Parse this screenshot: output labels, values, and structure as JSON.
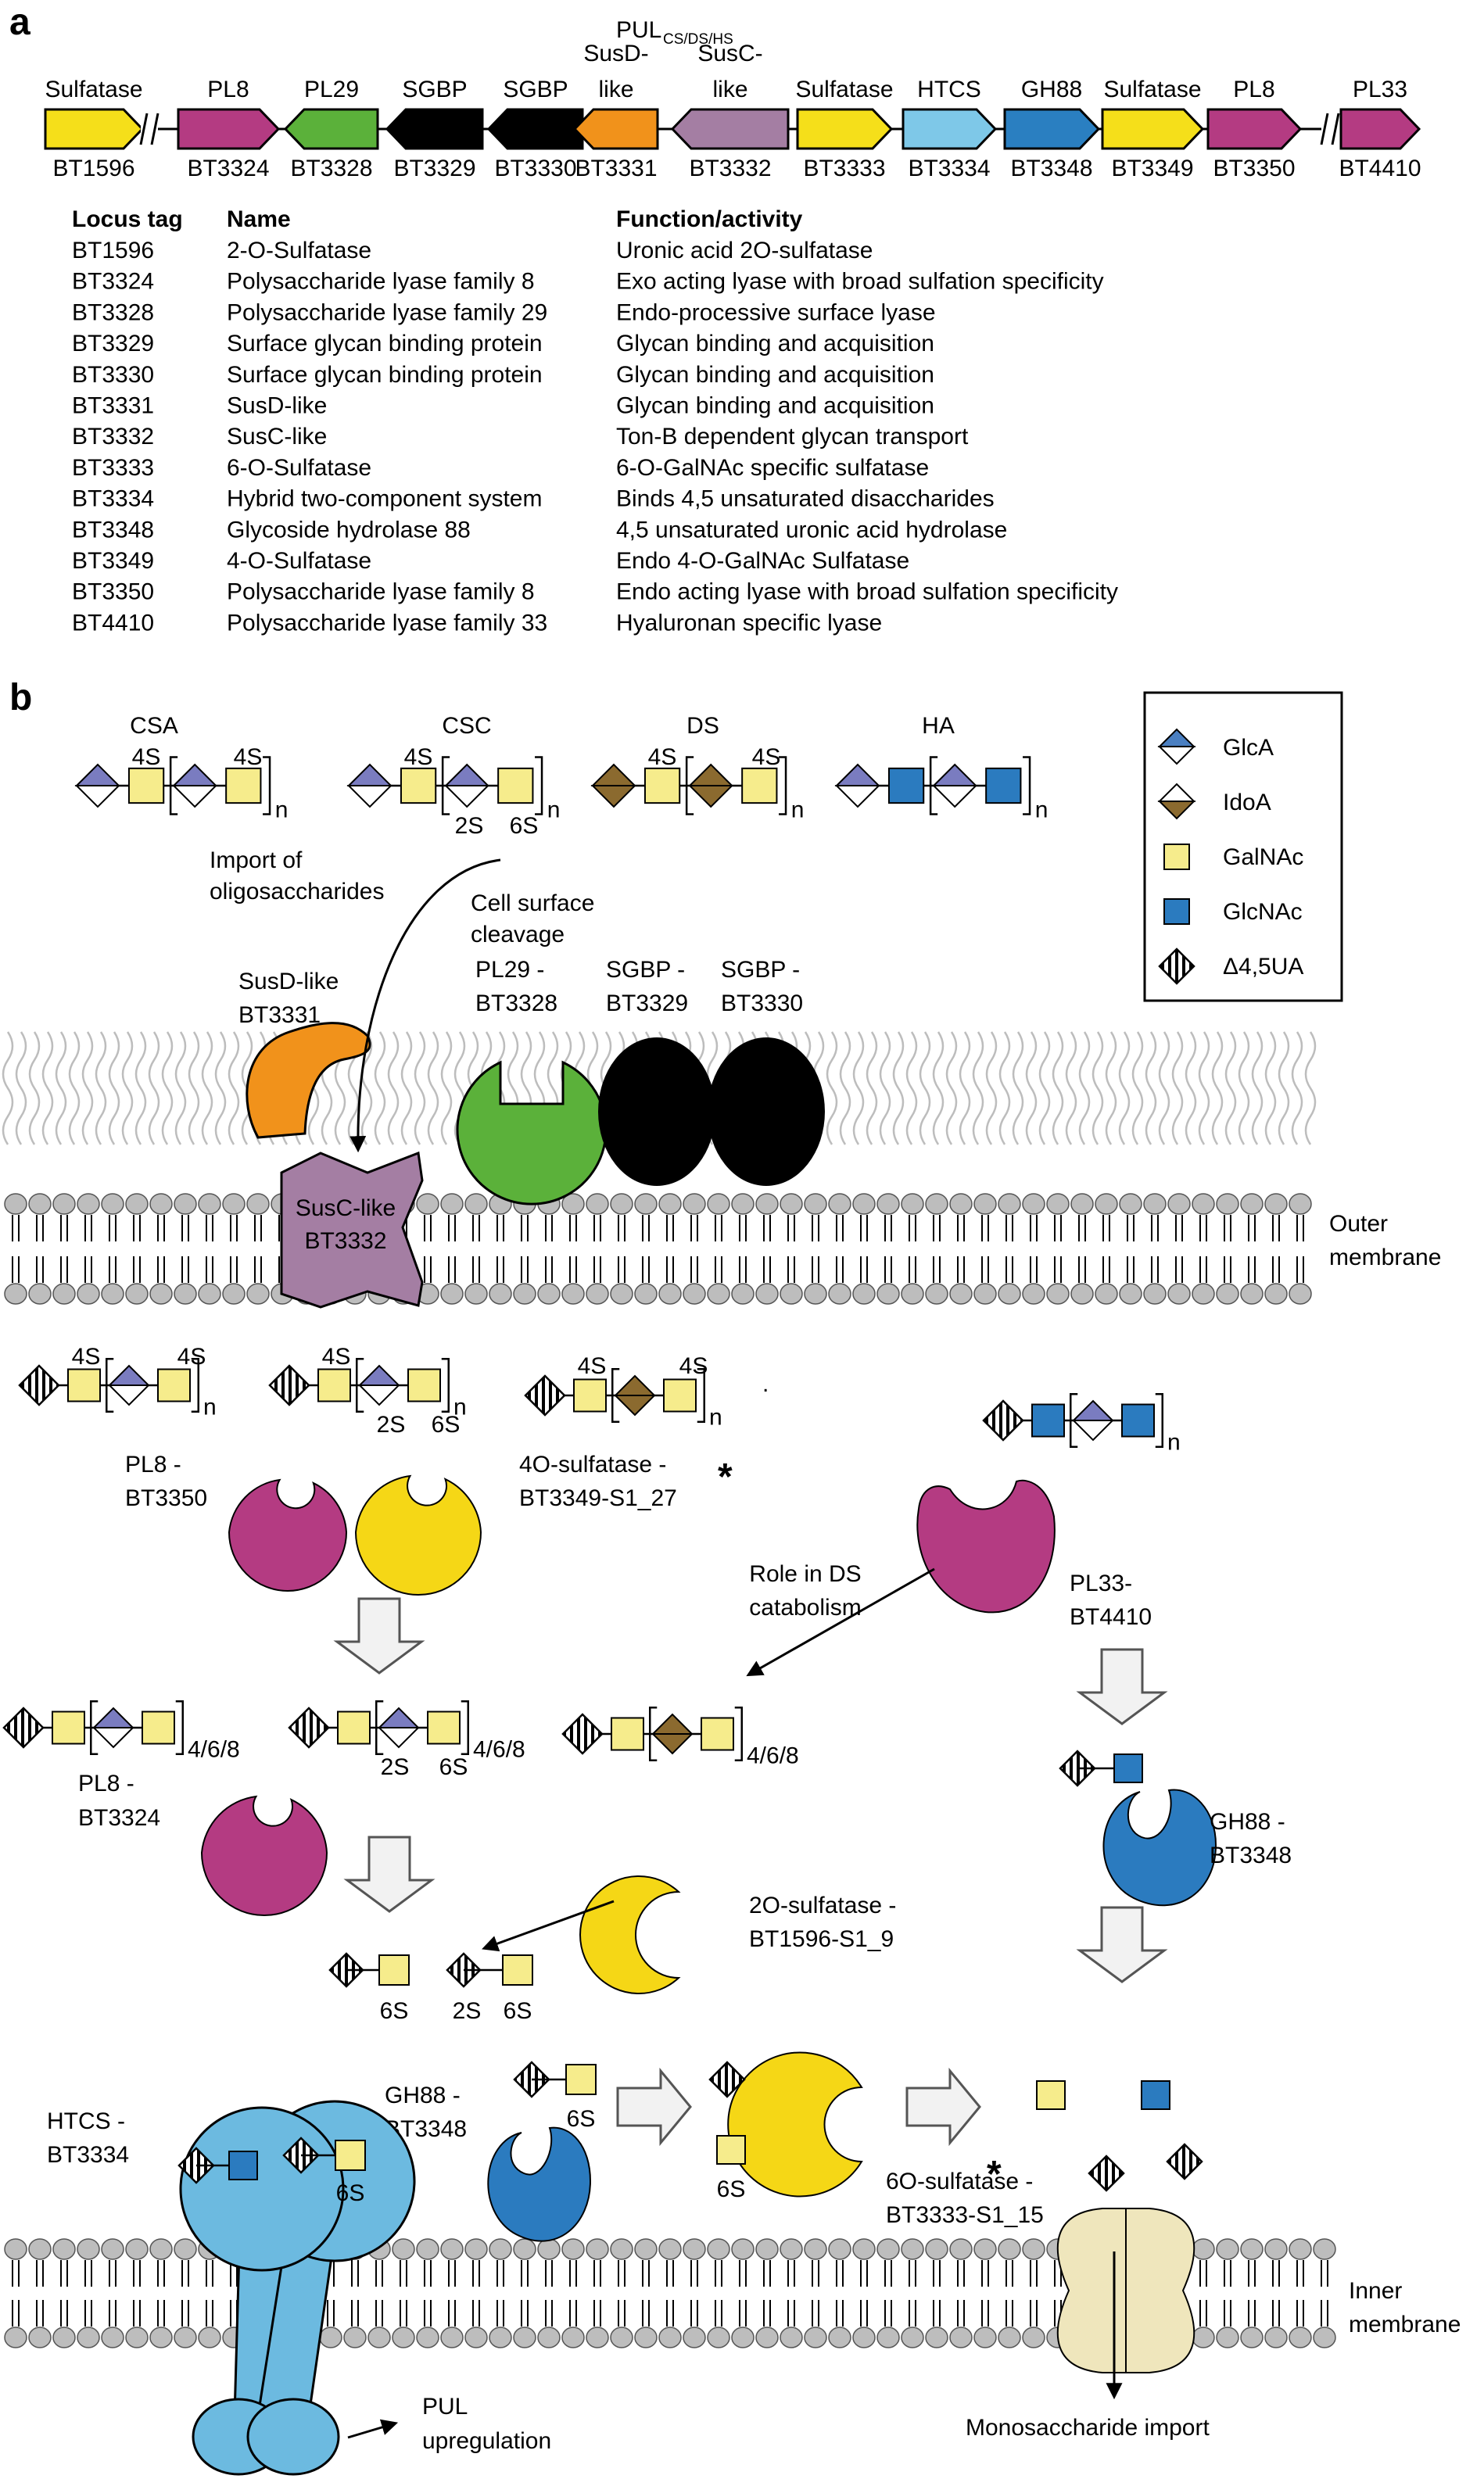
{
  "panel_a": {
    "label": "a",
    "pul_title": "PUL",
    "pul_subscript": "CS/DS/HS",
    "genes": [
      {
        "name": "Sulfatase",
        "locus": "BT1596",
        "color": "#f5df1a"
      },
      {
        "name": "PL8",
        "locus": "BT3324",
        "color": "#b43b82"
      },
      {
        "name": "PL29",
        "locus": "BT3328",
        "color": "#5bb13a"
      },
      {
        "name": "SGBP",
        "locus": "BT3329",
        "color": "#000000"
      },
      {
        "name": "SGBP",
        "locus": "BT3330",
        "color": "#000000"
      },
      {
        "name": "SusD-",
        "name2": "like",
        "locus": "BT3331",
        "color": "#f1921b"
      },
      {
        "name": "SusC-",
        "name2": "like",
        "locus": "BT3332",
        "color": "#a47ea3"
      },
      {
        "name": "Sulfatase",
        "locus": "BT3333",
        "color": "#f5df1a"
      },
      {
        "name": "HTCS",
        "locus": "BT3334",
        "color": "#7ec8e8"
      },
      {
        "name": "GH88",
        "locus": "BT3348",
        "color": "#2a7fc1"
      },
      {
        "name": "Sulfatase",
        "locus": "BT3349",
        "color": "#f5df1a"
      },
      {
        "name": "PL8",
        "locus": "BT3350",
        "color": "#b43b82"
      },
      {
        "name": "PL33",
        "locus": "BT4410",
        "color": "#b43b82"
      }
    ],
    "table": {
      "headers": [
        "Locus tag",
        "Name",
        "Function/activity"
      ],
      "rows": [
        [
          "BT1596",
          "2-O-Sulfatase",
          "Uronic acid 2O-sulfatase"
        ],
        [
          "BT3324",
          "Polysaccharide lyase family 8",
          "Exo acting lyase with broad sulfation specificity"
        ],
        [
          "BT3328",
          "Polysaccharide lyase family 29",
          "Endo-processive surface lyase"
        ],
        [
          "BT3329",
          "Surface glycan binding protein",
          "Glycan binding and acquisition"
        ],
        [
          "BT3330",
          "Surface glycan binding protein",
          "Glycan binding and acquisition"
        ],
        [
          "BT3331",
          "SusD-like",
          "Glycan binding and acquisition"
        ],
        [
          "BT3332",
          "SusC-like",
          "Ton-B dependent glycan transport"
        ],
        [
          "BT3333",
          "6-O-Sulfatase",
          "6-O-GalNAc specific sulfatase"
        ],
        [
          "BT3334",
          "Hybrid two-component system",
          "Binds 4,5 unsaturated disaccharides"
        ],
        [
          "BT3348",
          "Glycoside hydrolase 88",
          "4,5 unsaturated uronic acid hydrolase"
        ],
        [
          "BT3349",
          "4-O-Sulfatase",
          "Endo 4-O-GalNAc Sulfatase"
        ],
        [
          "BT3350",
          "Polysaccharide lyase family 8",
          "Endo acting lyase with broad sulfation specificity"
        ],
        [
          "BT4410",
          "Polysaccharide lyase family 33",
          "Hyaluronan specific lyase"
        ]
      ]
    }
  },
  "panel_b": {
    "label": "b",
    "polysaccharides": [
      "CSA",
      "CSC",
      "DS",
      "HA"
    ],
    "legend": [
      "GlcA",
      "IdoA",
      "GalNAc",
      "GlcNAc",
      "Δ4,5UA"
    ],
    "colors": {
      "glca": "#4a7fc1",
      "glca_top": "#7a7cc0",
      "idoa": "#8b6a2f",
      "galnac": "#f6ec8c",
      "glcnac": "#2b7bbf",
      "purple": "#b43b82",
      "yellow": "#f5d716",
      "green": "#5bb13a",
      "orange": "#f1921b",
      "susc": "#a47ea3",
      "htcs": "#6cbae0",
      "porter": "#efe6bc",
      "lipid": "#bdbdbd"
    },
    "labels": {
      "s4": "4S",
      "s6": "6S",
      "s2": "2S",
      "n": "n",
      "dp": "4/6/8",
      "import1": "Import of",
      "import2": "oligosaccharides",
      "cleave1": "Cell surface",
      "cleave2": "cleavage",
      "susd1": "SusD-like",
      "susd2": "BT3331",
      "pl29_1": "PL29 -",
      "pl29_2": "BT3328",
      "sgbp1_1": "SGBP -",
      "sgbp1_2": "BT3329",
      "sgbp2_1": "SGBP -",
      "sgbp2_2": "BT3330",
      "susc1": "SusC-like",
      "susc2": "BT3332",
      "outer1": "Outer",
      "outer2": "membrane",
      "pl8a_1": "PL8 -",
      "pl8a_2": "BT3350",
      "s4o_1": "4O-sulfatase -",
      "s4o_2": "BT3349-S1_27",
      "star": "*",
      "dot": ".",
      "pl33_1": "PL33-",
      "pl33_2": "BT4410",
      "roleds1": "Role in DS",
      "roleds2": "catabolism",
      "pl8b_1": "PL8 -",
      "pl8b_2": "BT3324",
      "s2o_1": "2O-sulfatase -",
      "s2o_2": "BT1596-S1_9",
      "gh88a_1": "GH88 -",
      "gh88a_2": "BT3348",
      "htcs1": "HTCS -",
      "htcs2": "BT3334",
      "gh88b_1": "GH88 -",
      "gh88b_2": "BT3348",
      "s6o_1": "6O-sulfatase -",
      "s6o_2": "BT3333-S1_15",
      "inner1": "Inner",
      "inner2": "membrane",
      "pul1": "PUL",
      "pul2": "upregulation",
      "mono": "Monosaccharide import"
    }
  }
}
